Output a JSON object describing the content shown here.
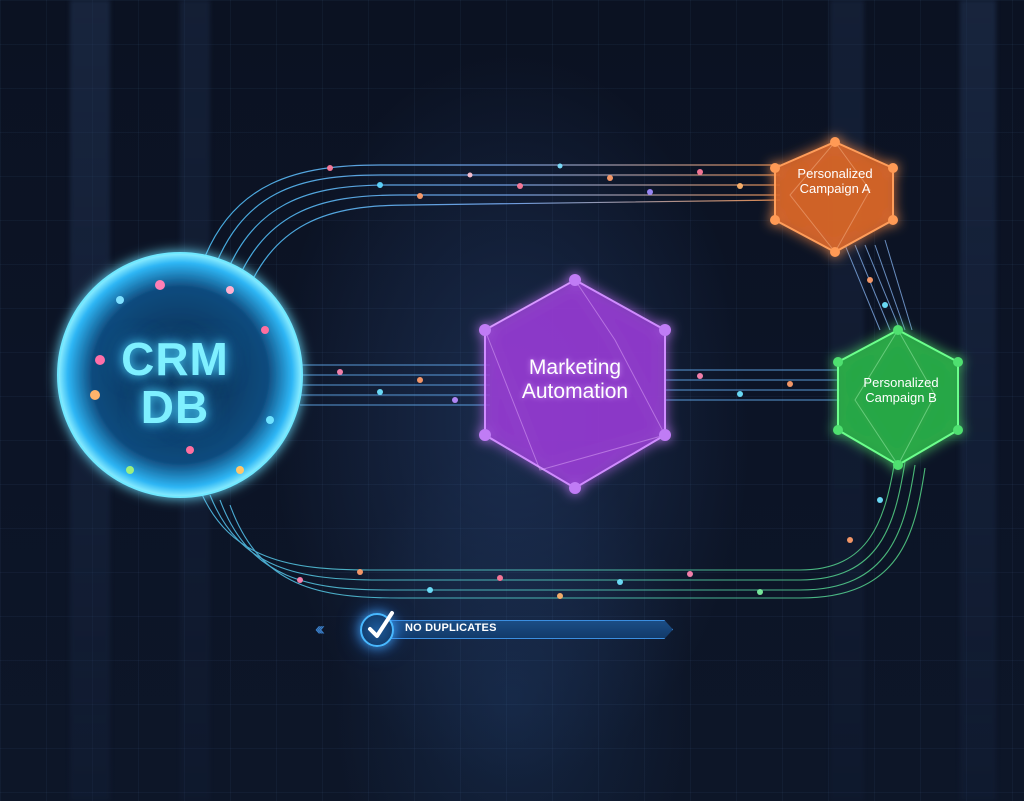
{
  "diagram": {
    "title": "",
    "nodes": [
      {
        "id": "crm_db",
        "label_line1": "CRM",
        "label_line2": "DB",
        "shape": "sphere",
        "color": "#37c8ff"
      },
      {
        "id": "marketing_automation",
        "label_line1": "Marketing",
        "label_line2": "Automation",
        "shape": "hexagon",
        "color": "#a24be6"
      },
      {
        "id": "campaign_a",
        "label_line1": "Personalized",
        "label_line2": "Campaign A",
        "shape": "hexagon",
        "color": "#e0722c"
      },
      {
        "id": "campaign_b",
        "label_line1": "Personalized",
        "label_line2": "Campaign B",
        "shape": "hexagon",
        "color": "#2fc44f"
      }
    ],
    "edges": [
      {
        "from": "crm_db",
        "to": "campaign_a",
        "route": "top data stream"
      },
      {
        "from": "crm_db",
        "to": "marketing_automation",
        "route": "middle data stream"
      },
      {
        "from": "marketing_automation",
        "to": "campaign_b",
        "route": "middle data stream"
      },
      {
        "from": "campaign_a",
        "to": "campaign_b",
        "route": "right vertical stream"
      },
      {
        "from": "campaign_b",
        "to": "crm_db",
        "route": "bottom return stream"
      }
    ],
    "badge": {
      "icon": "checkmark-icon",
      "text": "NO DUPLICATES",
      "chevrons": "‹‹‹"
    }
  },
  "colors": {
    "background": "#0a1120",
    "crm": "#37c8ff",
    "automation": "#a24be6",
    "campaign_a": "#e0722c",
    "campaign_b": "#2fc44f",
    "badge": "#1b4d85"
  }
}
